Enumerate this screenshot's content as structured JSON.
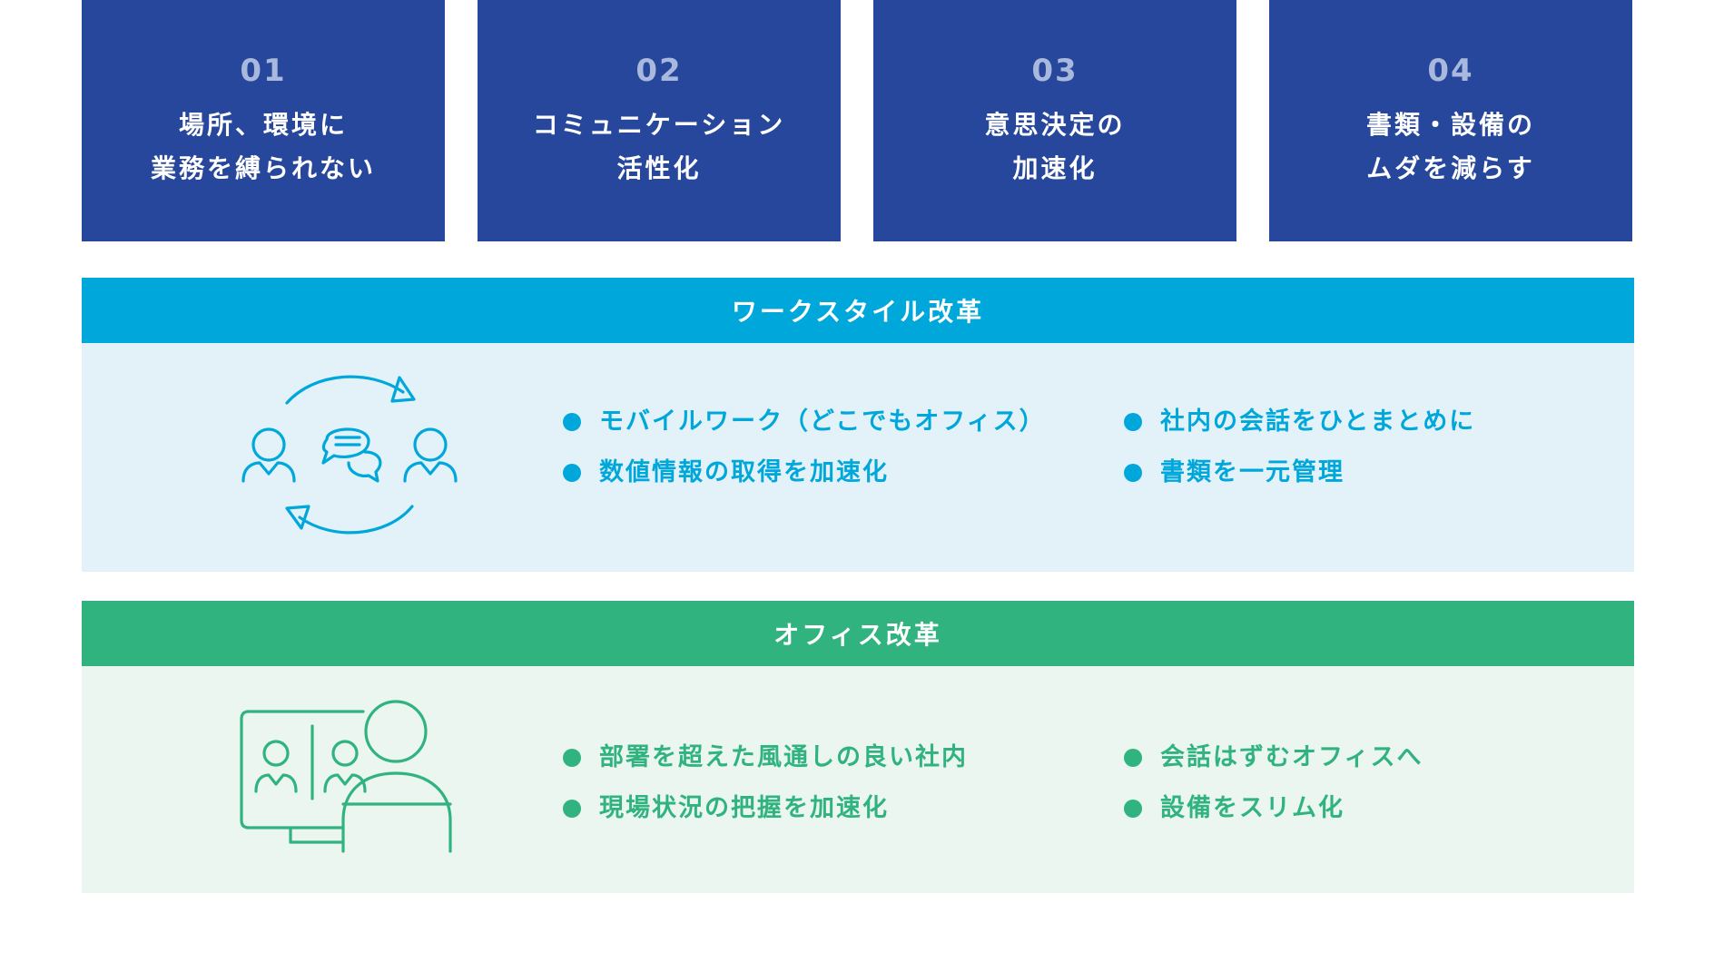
{
  "cards": [
    {
      "num": "01",
      "line1": "場所、環境に",
      "line2": "業務を縛られない"
    },
    {
      "num": "02",
      "line1": "コミュニケーション",
      "line2": "活性化"
    },
    {
      "num": "03",
      "line1": "意思決定の",
      "line2": "加速化"
    },
    {
      "num": "04",
      "line1": "書類・設備の",
      "line2": "ムダを減らす"
    }
  ],
  "workstyle": {
    "title": "ワークスタイル改革",
    "items": [
      "モバイルワーク（どこでもオフィス）",
      "数値情報の取得を加速化",
      "社内の会話をひとまとめに",
      "書類を一元管理"
    ],
    "icon": "communication-cycle-icon",
    "color": "#00a7db"
  },
  "office": {
    "title": "オフィス改革",
    "items": [
      "部署を超えた風通しの良い社内",
      "現場状況の把握を加速化",
      "会話はずむオフィスへ",
      "設備をスリム化"
    ],
    "icon": "video-meeting-icon",
    "color": "#31b37f"
  },
  "colors": {
    "card": "#26479c",
    "card_num": "#a9b8dd"
  }
}
